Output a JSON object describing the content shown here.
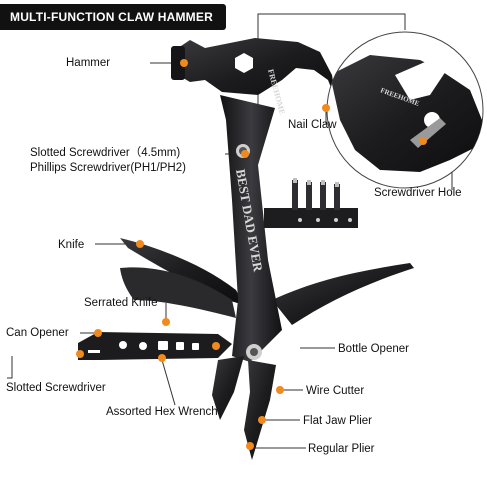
{
  "title": "MULTI-FUNCTION CLAW HAMMER",
  "engraving": {
    "handle": "BEST DAD EVER",
    "head": "FREEHOME"
  },
  "labels": {
    "hammer": "Hammer",
    "nail_claw": "Nail Claw",
    "slotted_screwdriver_top": "Slotted Screwdriver（4.5mm)",
    "phillips_screwdriver": "Phillips Screwdriver(PH1/PH2)",
    "screwdriver_hole": "Screwdriver Hole",
    "knife": "Knife",
    "serrated_knife": "Serrated Knife",
    "can_opener": "Can Opener",
    "slotted_screwdriver_bottom": "Slotted Screwdriver",
    "assorted_hex_wrench": "Assorted Hex Wrench",
    "bottle_opener": "Bottle Opener",
    "wire_cutter": "Wire Cutter",
    "flat_jaw_plier": "Flat Jaw Plier",
    "regular_plier": "Regular Plier"
  },
  "colors": {
    "tool_body": "#1c1c1e",
    "tool_highlight": "#4a4a4e",
    "accent_dot": "#f08a1c",
    "leader_line": "#333333",
    "banner": "#111111"
  }
}
